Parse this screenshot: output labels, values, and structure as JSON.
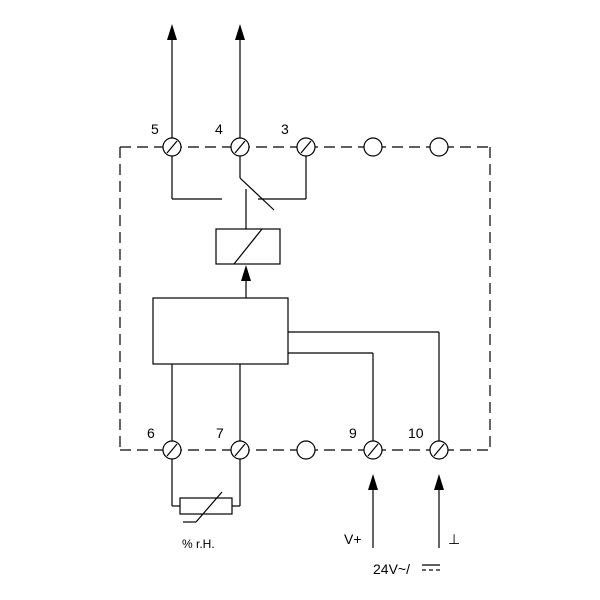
{
  "terminals": {
    "t5": "5",
    "t4": "4",
    "t3": "3",
    "t6": "6",
    "t7": "7",
    "t9": "9",
    "t10": "10"
  },
  "labels": {
    "sensor": "% r.H.",
    "vplus": "V+",
    "ground": "⊥",
    "supply": "24V~/"
  }
}
